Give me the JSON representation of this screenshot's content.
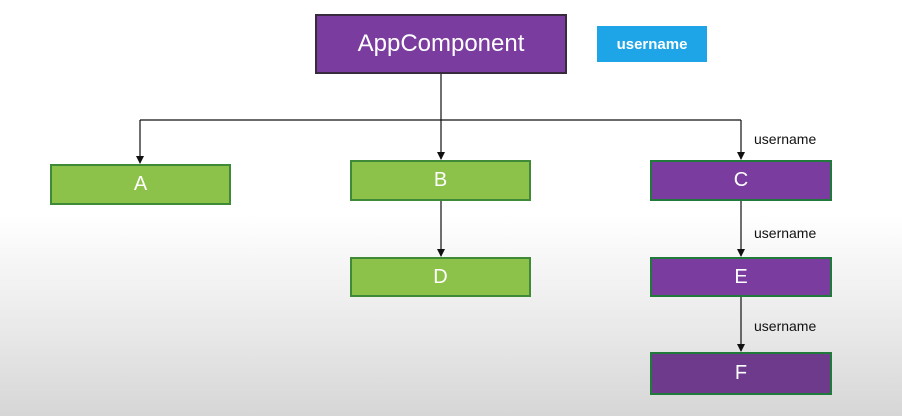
{
  "root": {
    "label": "AppComponent"
  },
  "badge": {
    "label": "username"
  },
  "nodes": {
    "a": {
      "label": "A"
    },
    "b": {
      "label": "B"
    },
    "c": {
      "label": "C"
    },
    "d": {
      "label": "D"
    },
    "e": {
      "label": "E"
    },
    "f": {
      "label": "F"
    }
  },
  "edge_labels": {
    "to_c": "username",
    "c_to_e": "username",
    "e_to_f": "username"
  },
  "colors": {
    "green_fill": "#8cc14a",
    "green_border": "#3f8a36",
    "purple_fill": "#7a3c9e",
    "badge_fill": "#1ea5e8"
  }
}
